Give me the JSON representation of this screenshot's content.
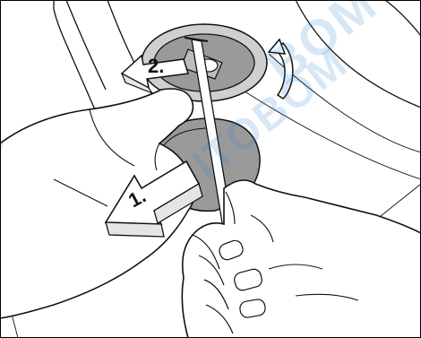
{
  "illustration": {
    "subject": "hands-removing-cap-with-screwdriver",
    "steps": [
      {
        "number": "1.",
        "arrow": "left-pointing-arrow"
      },
      {
        "number": "2.",
        "arrow": "left-pointing-arrow"
      }
    ],
    "rotation_icon": "counterclockwise-rotation-icon"
  },
  "watermark": {
    "fragments": [
      "BOM",
      "ITOBOM",
      "C"
    ]
  },
  "colors": {
    "line": "#111111",
    "cap_fill": "#9a9a9a",
    "arrow_fill": "#ffffff",
    "watermark": "#2f7fd0"
  }
}
